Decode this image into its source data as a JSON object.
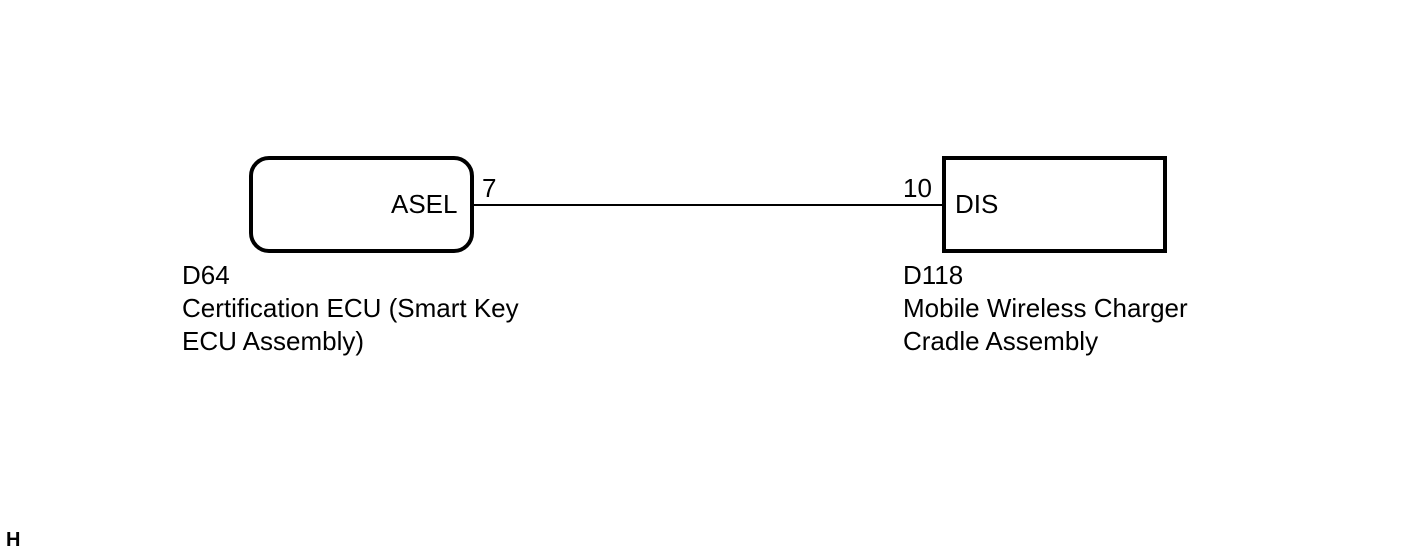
{
  "left_component": {
    "terminal_name": "ASEL",
    "pin_number": "7",
    "connector_code": "D64",
    "description_lines": [
      "Certification ECU (Smart Key",
      "ECU Assembly)"
    ]
  },
  "right_component": {
    "terminal_name": "DIS",
    "pin_number": "10",
    "connector_code": "D118",
    "description_lines": [
      "Mobile Wireless Charger",
      "Cradle Assembly"
    ]
  },
  "sheet_mark": "H"
}
